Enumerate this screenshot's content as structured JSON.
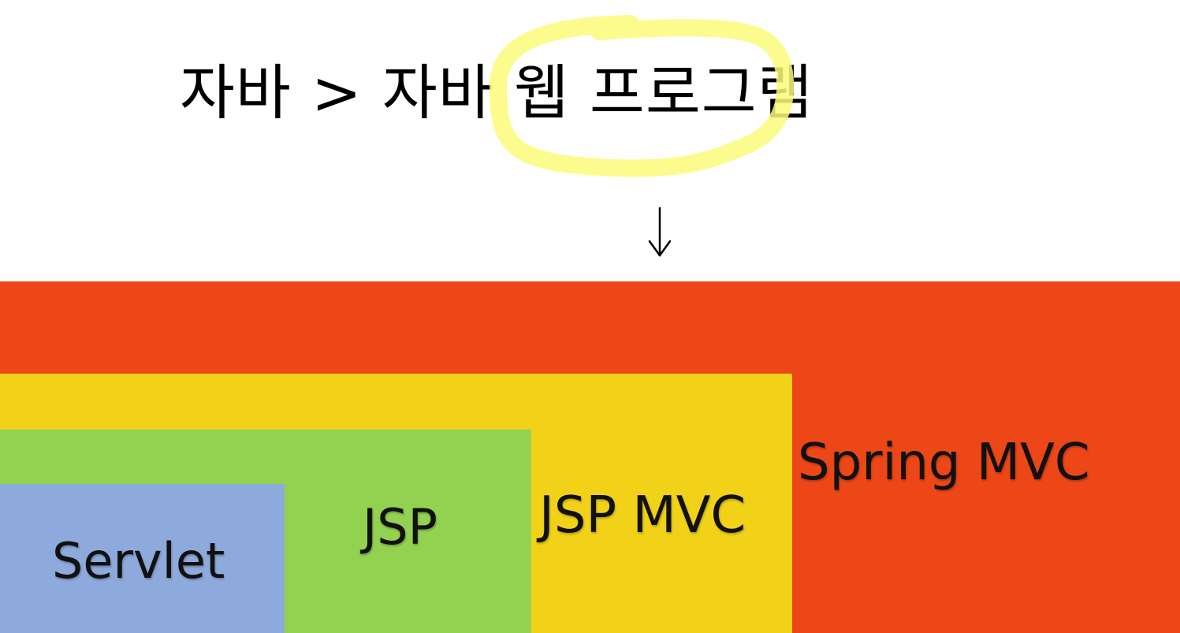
{
  "title": {
    "text": "자바 > 자바 웹 프로그램",
    "highlight_color": "#fcfb7a"
  },
  "arrow": {
    "glyph": "↓",
    "icon": "down-arrow-icon"
  },
  "layers": [
    {
      "id": "spring",
      "label": "Spring MVC",
      "color": "#ee4717"
    },
    {
      "id": "jspmvc",
      "label": "JSP MVC",
      "color": "#f2d218"
    },
    {
      "id": "jsp",
      "label": "JSP",
      "color": "#93d250"
    },
    {
      "id": "servlet",
      "label": "Servlet",
      "color": "#8eaadc"
    }
  ]
}
